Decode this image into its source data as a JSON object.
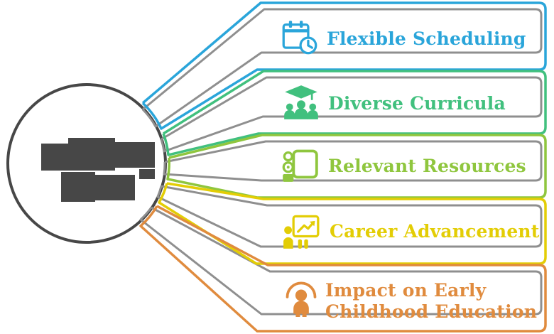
{
  "diagram": {
    "circle_color": "#474747",
    "connector_gray": "#8f8f8f",
    "background": "#ffffff",
    "items": [
      {
        "label": "Flexible Scheduling",
        "color": "#2aa5da",
        "icon": "calendar-clock-icon"
      },
      {
        "label": "Diverse Curricula",
        "color": "#41c07e",
        "icon": "graduation-group-icon"
      },
      {
        "label": "Relevant Resources",
        "color": "#8fc63e",
        "icon": "person-with-book-icon"
      },
      {
        "label": "Career Advancement",
        "color": "#e3cd05",
        "icon": "growth-chart-icon"
      },
      {
        "label": "Impact on Early Childhood Education",
        "color": "#e08b3e",
        "icon": "child-figure-icon"
      }
    ]
  }
}
